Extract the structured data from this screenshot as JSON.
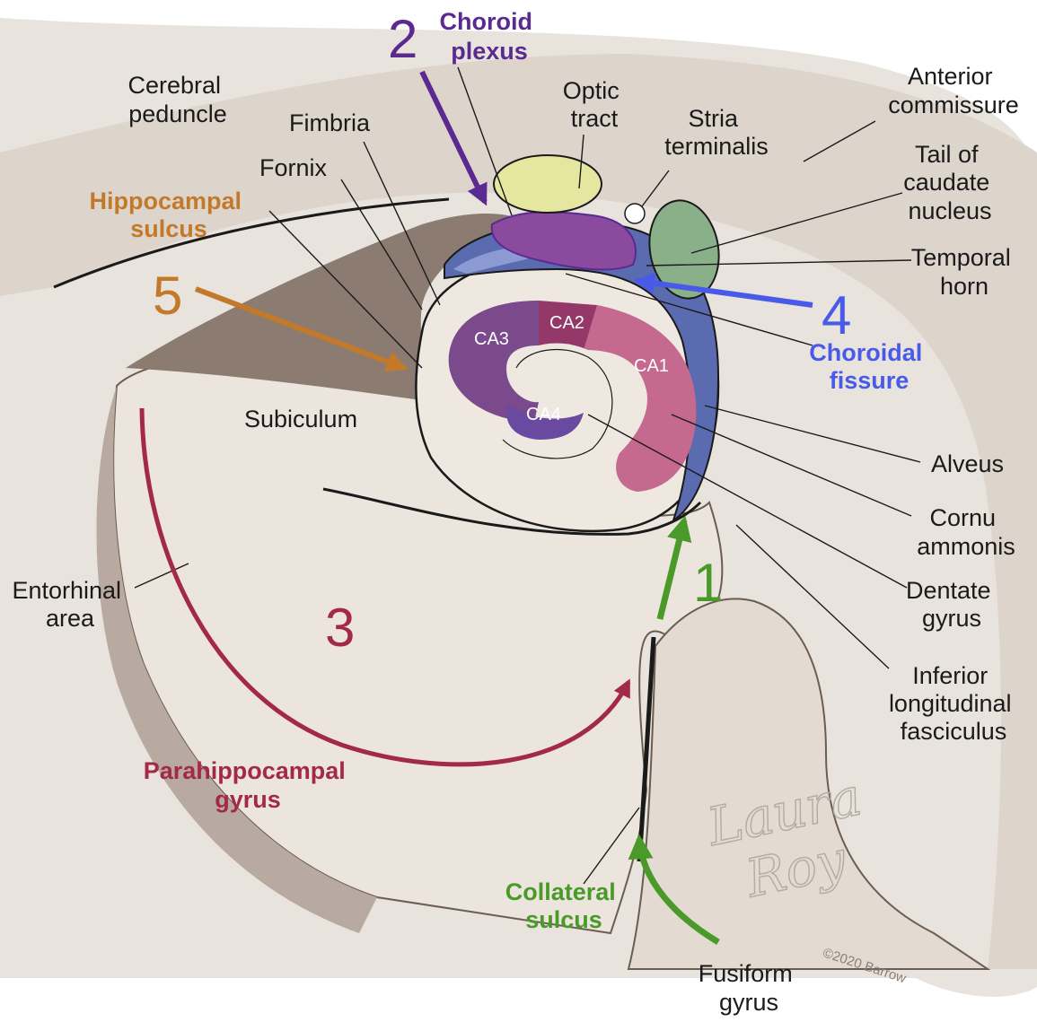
{
  "labels": {
    "cerebral_peduncle": [
      "Cerebral",
      "peduncle"
    ],
    "fimbria": "Fimbria",
    "fornix": "Fornix",
    "optic_tract": [
      "Optic",
      "tract"
    ],
    "stria_terminalis": [
      "Stria",
      "terminalis"
    ],
    "anterior_commissure": [
      "Anterior",
      "commissure"
    ],
    "tail_of_caudate": [
      "Tail of",
      "caudate",
      "nucleus"
    ],
    "temporal_horn": [
      "Temporal",
      "horn"
    ],
    "alveus": "Alveus",
    "cornu_ammonis": [
      "Cornu",
      "ammonis"
    ],
    "dentate_gyrus": [
      "Dentate",
      "gyrus"
    ],
    "inferior_longitudinal_fasciculus": [
      "Inferior",
      "longitudinal",
      "fasciculus"
    ],
    "entorhinal_area": [
      "Entorhinal",
      "area"
    ],
    "subiculum": "Subiculum",
    "fusiform_gyrus": [
      "Fusiform",
      "gyrus"
    ]
  },
  "regions": {
    "ca1": "CA1",
    "ca2": "CA2",
    "ca3": "CA3",
    "ca4": "CA4"
  },
  "routes": [
    {
      "number": "1",
      "label": [
        "Collateral",
        "sulcus"
      ],
      "color": "#4a9a2a"
    },
    {
      "number": "2",
      "label": [
        "Choroid",
        "plexus"
      ],
      "color": "#5b2a91"
    },
    {
      "number": "3",
      "label": [
        "Parahippocampal",
        "gyrus"
      ],
      "color": "#a3294a"
    },
    {
      "number": "4",
      "label": [
        "Choroidal",
        "fissure"
      ],
      "color": "#4a5ae8"
    },
    {
      "number": "5",
      "label": [
        "Hippocampal",
        "sulcus"
      ],
      "color": "#c27a2a"
    }
  ],
  "signature": [
    "Laura",
    "Roy"
  ],
  "copyright": "©2020 Barrow"
}
